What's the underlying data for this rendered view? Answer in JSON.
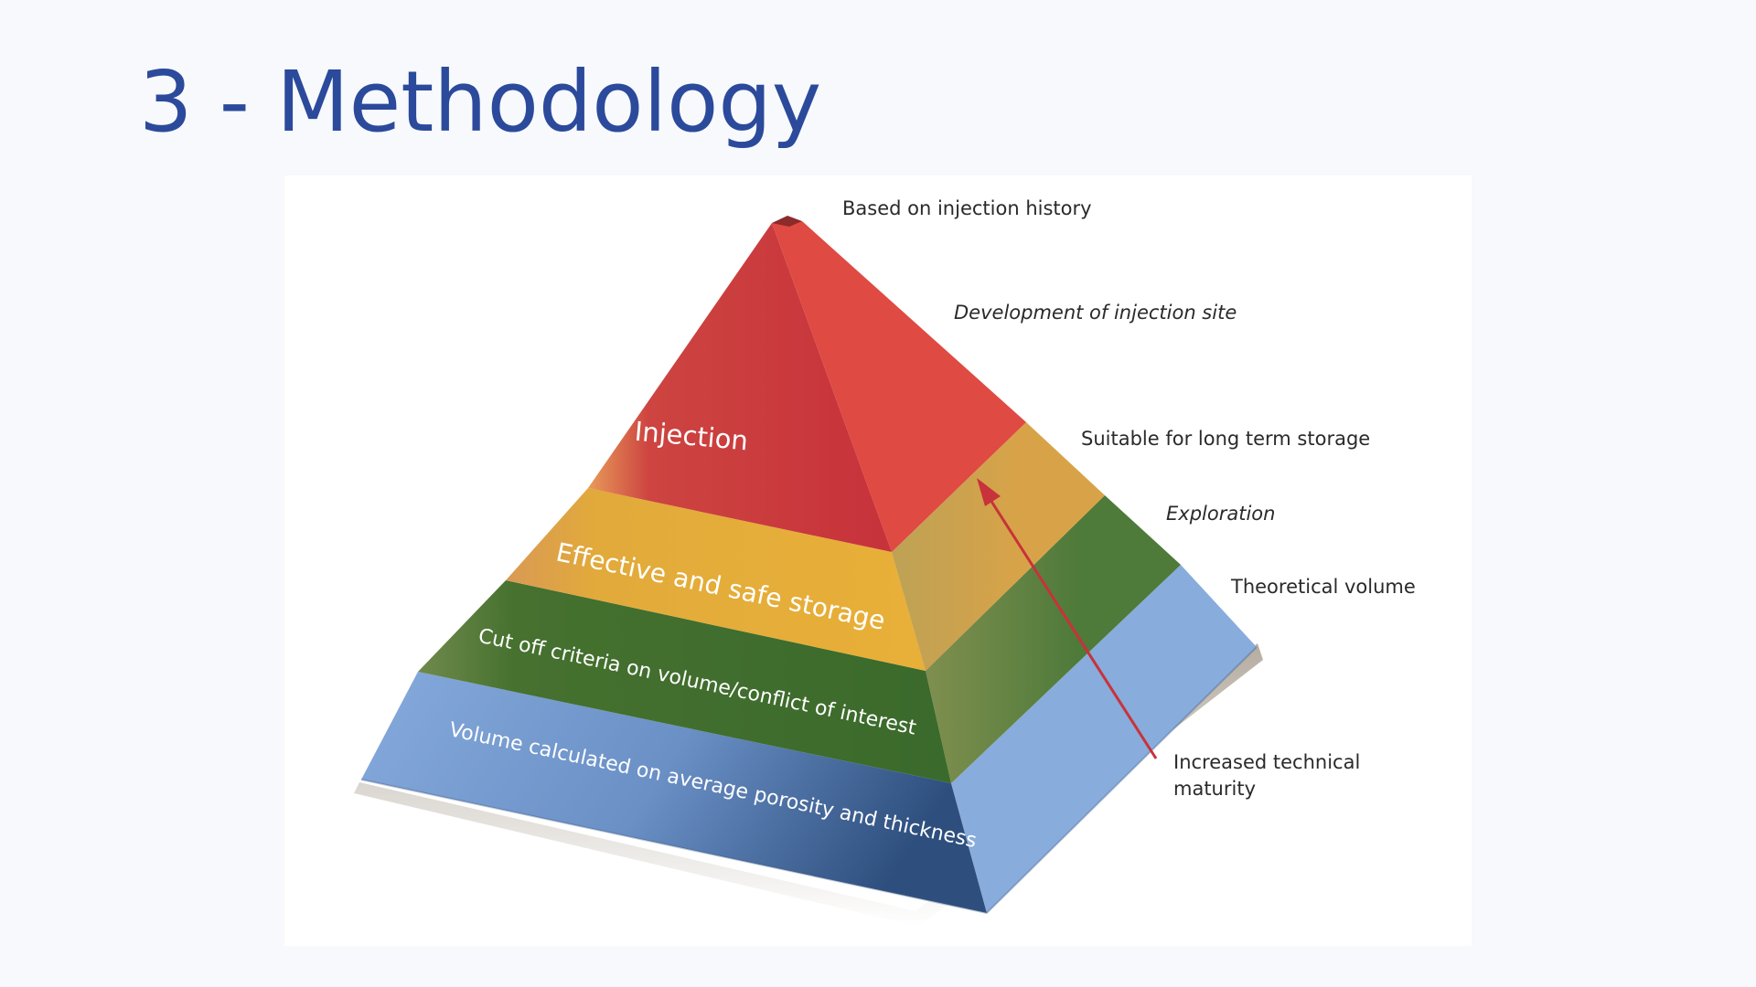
{
  "slide": {
    "title": "3 - Methodology"
  },
  "pyramid": {
    "layers": [
      {
        "label": "Injection",
        "front_color": "#c9333a",
        "side_color": "#e04a40"
      },
      {
        "label": "Effective and safe storage",
        "front_color": "#e0a83a",
        "side_color": "#d8a348"
      },
      {
        "label": "Cut off criteria on volume/conflict of interest",
        "front_color": "#3e6e30",
        "side_color": "#4e7a3a"
      },
      {
        "label": "Volume calculated on average porosity and thickness",
        "front_color": "#7aa2d8",
        "side_color": "#88acdc"
      }
    ],
    "side_labels": [
      {
        "text": "Based on injection history",
        "style": "normal"
      },
      {
        "text": "Development of injection site",
        "style": "italic"
      },
      {
        "text": "Suitable for long term storage",
        "style": "normal"
      },
      {
        "text": "Exploration",
        "style": "italic"
      },
      {
        "text": "Theoretical volume",
        "style": "normal"
      }
    ],
    "arrow_label": [
      "Increased technical",
      "maturity"
    ],
    "arrow_color": "#c8323a"
  }
}
